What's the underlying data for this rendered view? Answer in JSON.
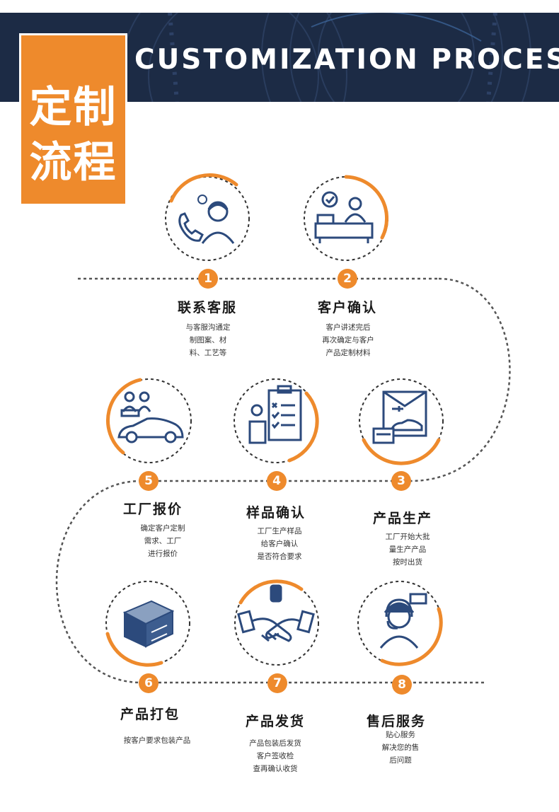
{
  "header": {
    "title_en": "CUSTOMIZATION PROCESS",
    "title_cn_line1": "定制",
    "title_cn_line2": "流程"
  },
  "colors": {
    "accent": "#ee8a2c",
    "navy": "#1c2b45",
    "icon_blue": "#2c4a7c"
  },
  "steps": [
    {
      "number": "1",
      "title": "联系客服",
      "desc": [
        "与客服沟通定",
        "制图案、材",
        "料、工艺等"
      ],
      "icon": "customer-service-phone-icon"
    },
    {
      "number": "2",
      "title": "客户确认",
      "desc": [
        "客户讲述完后",
        "再次确定与客户",
        "产品定制材料"
      ],
      "icon": "reception-desk-icon"
    },
    {
      "number": "3",
      "title": "产品生产",
      "desc": [
        "工厂开始大批",
        "量生产产品",
        "按时出货"
      ],
      "icon": "production-icon"
    },
    {
      "number": "4",
      "title": "样品确认",
      "desc": [
        "工厂生产样品",
        "给客户确认",
        "是否符合要求"
      ],
      "icon": "sample-checklist-icon"
    },
    {
      "number": "5",
      "title": "工厂报价",
      "desc": [
        "确定客户定制",
        "需求、工厂",
        "进行报价"
      ],
      "icon": "factory-quote-icon"
    },
    {
      "number": "6",
      "title": "产品打包",
      "desc": [
        "按客户要求包装产品"
      ],
      "icon": "package-box-icon"
    },
    {
      "number": "7",
      "title": "产品发货",
      "desc": [
        "产品包装后发货",
        "客户签收检",
        "查再确认收货"
      ],
      "icon": "handshake-icon"
    },
    {
      "number": "8",
      "title": "售后服务",
      "desc": [
        "贴心服务",
        "解决您的售",
        "后问题"
      ],
      "icon": "after-sales-headset-icon"
    }
  ]
}
